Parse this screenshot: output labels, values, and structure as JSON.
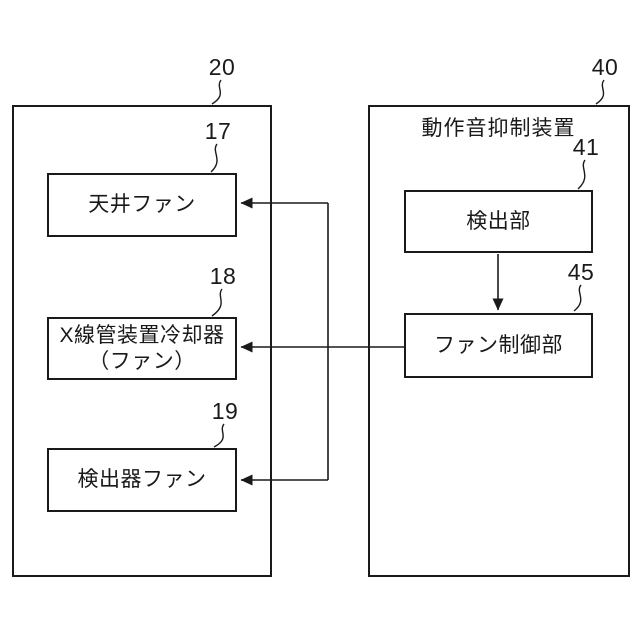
{
  "figure": {
    "background_color": "#ffffff",
    "line_color": "#1a1a1a"
  },
  "left_group": {
    "ref_label": "20",
    "boxes": [
      {
        "ref": "17",
        "label": "天井ファン"
      },
      {
        "ref": "18",
        "label": "X線管装置冷却器",
        "label2": "（ファン）"
      },
      {
        "ref": "19",
        "label": "検出器ファン"
      }
    ]
  },
  "right_group": {
    "ref_label": "40",
    "title": "動作音抑制装置",
    "boxes": [
      {
        "ref": "41",
        "label": "検出部"
      },
      {
        "ref": "45",
        "label": "ファン制御部"
      }
    ]
  },
  "connections": [
    {
      "from": "検出部",
      "to": "ファン制御部",
      "type": "arrow-down"
    },
    {
      "from": "ファン制御部",
      "to": "X線管装置冷却器（ファン）",
      "type": "arrow-left"
    },
    {
      "from": "ファン制御部",
      "to": "天井ファン",
      "type": "arrow-left"
    },
    {
      "from": "ファン制御部",
      "to": "検出器ファン",
      "type": "arrow-left"
    }
  ]
}
